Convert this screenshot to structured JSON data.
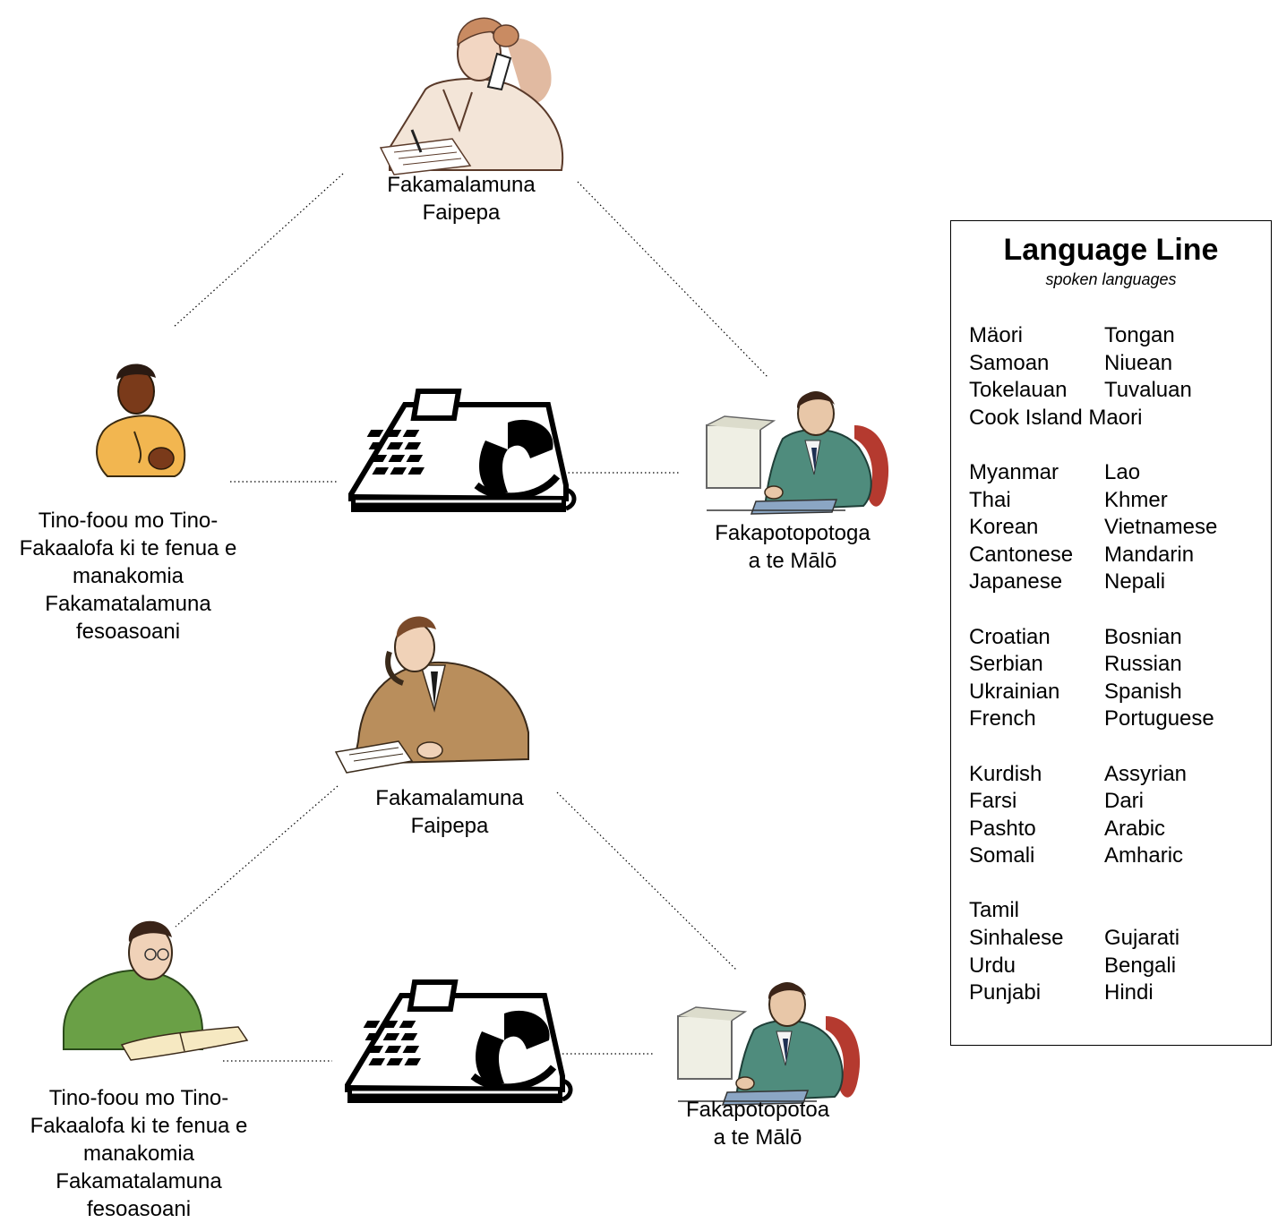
{
  "nodes": {
    "top_translator_1": {
      "label": "Fakamalamuna\nFaipepa"
    },
    "client_1": {
      "label": "Tino-foou mo Tino-\nFakaalofa ki te fenua e\nmanakomia\nFakamatalamuna\nfesoasoani"
    },
    "agency_1": {
      "label": "Fakapotopotoga\na te Mālō"
    },
    "top_translator_2": {
      "label": "Fakamalamuna\nFaipepa"
    },
    "client_2": {
      "label": "Tino-foou mo Tino-\nFakaalofa ki te fenua e\nmanakomia\nFakamatalamuna\nfesoasoani"
    },
    "agency_2": {
      "label": "Fakapotopotoa\na te Mālō"
    }
  },
  "icons": [
    "woman-on-phone-icon",
    "woman-client-icon",
    "telephone-icon",
    "man-at-computer-icon",
    "man-on-phone-icon",
    "man-reading-icon"
  ],
  "language_line": {
    "title": "Language Line",
    "subtitle": "spoken languages",
    "col1": [
      "Mäori",
      "Samoan",
      "Tokelauan",
      "Cook Island Maori",
      "",
      "Myanmar",
      "Thai",
      "Korean",
      "Cantonese",
      "Japanese",
      "",
      "Croatian",
      "Serbian",
      "Ukrainian",
      "French",
      "",
      "Kurdish",
      "Farsi",
      "Pashto",
      "Somali",
      "",
      "Tamil",
      "Sinhalese",
      "Urdu",
      "Punjabi"
    ],
    "col2": [
      "Tongan",
      "Niuean",
      "Tuvaluan",
      "",
      "",
      "Lao",
      "Khmer",
      "Vietnamese",
      "Mandarin",
      "Nepali",
      "",
      "Bosnian",
      "Russian",
      "Spanish",
      "Portuguese",
      "",
      "Assyrian",
      "Dari",
      "Arabic",
      "Amharic",
      "",
      "",
      "Gujarati",
      "Bengali",
      "Hindi"
    ]
  }
}
